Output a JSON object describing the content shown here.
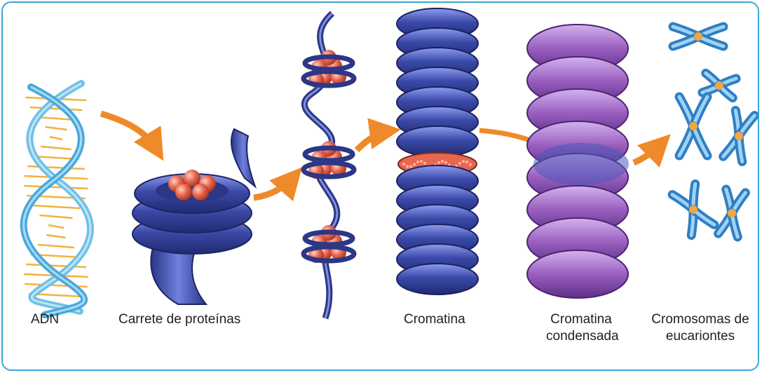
{
  "labels": {
    "adn": "ADN",
    "carrete": "Carrete de proteínas",
    "cromatina": "Cromatina",
    "cromatina_condensada_1": "Cromatina",
    "cromatina_condensada_2": "condensada",
    "cromosomas_1": "Cromosomas de",
    "cromosomas_2": "eucariontes"
  },
  "colors": {
    "border": "#3aa6d6",
    "dna_strand": "#6fc0e8",
    "dna_rung": "#f2b33c",
    "coil_blue": "#3b4aa8",
    "coil_blue_light": "#7f8fe0",
    "histone": "#e8674f",
    "arrow": "#ef8a2a",
    "condensed_purple": "#9a5fc0",
    "chromosome_blue": "#5aaee6",
    "centromere": "#f3a640"
  }
}
